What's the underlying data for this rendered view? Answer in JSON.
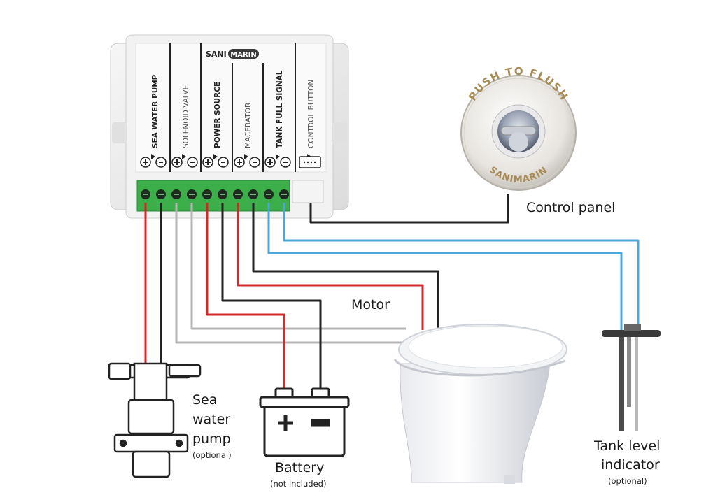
{
  "controller": {
    "brand_part1": "SANI",
    "brand_part2": "MARIN",
    "channels": [
      {
        "label": "SEA WATER PUMP"
      },
      {
        "label": "SOLENOID VALVE"
      },
      {
        "label": "POWER SOURCE"
      },
      {
        "label": "MACERATOR"
      },
      {
        "label": "TANK FULL SIGNAL"
      },
      {
        "label": "CONTROL BUTTON"
      }
    ]
  },
  "control_panel": {
    "ring_text_top": "PUSH TO FLUSH",
    "ring_text_bottom": "SANIMARIN",
    "label": "Control panel"
  },
  "labels": {
    "motor": "Motor",
    "sea_pump_line1": "Sea",
    "sea_pump_line2": "water",
    "sea_pump_line3": "pump",
    "sea_pump_note": "(optional)",
    "battery": "Battery",
    "battery_note": "(not included)",
    "tank_line1": "Tank level",
    "tank_line2": "indicator",
    "tank_note": "(optional)"
  },
  "colors": {
    "wire_red": "#d62828",
    "wire_black": "#222222",
    "wire_gray": "#b5b5b5",
    "wire_blue": "#4aa8d8",
    "terminal_green": "#3cae4a"
  }
}
